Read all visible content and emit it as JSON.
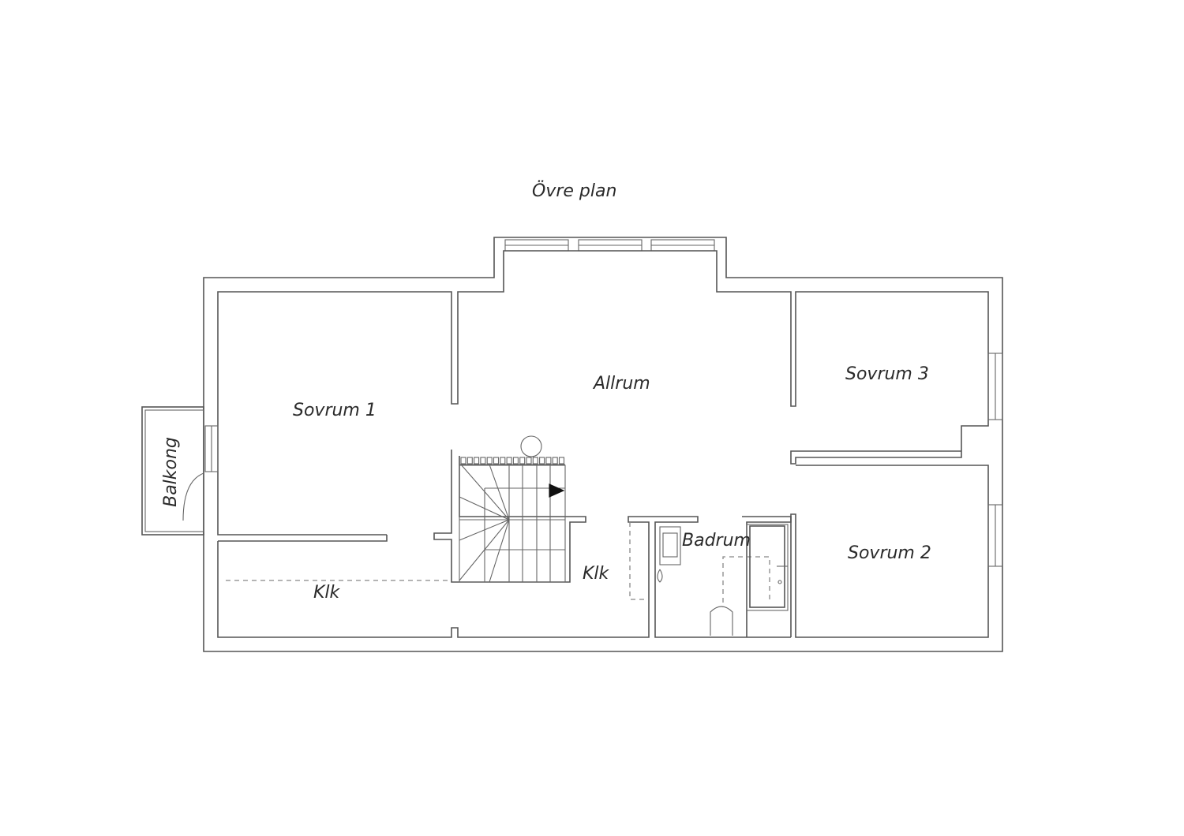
{
  "title": "Övre plan",
  "rooms": {
    "sovrum1": "Sovrum 1",
    "allrum": "Allrum",
    "sovrum3": "Sovrum 3",
    "sovrum2": "Sovrum 2",
    "badrum": "Badrum",
    "klk1": "Klk",
    "klk2": "Klk",
    "balkong": "Balkong"
  }
}
